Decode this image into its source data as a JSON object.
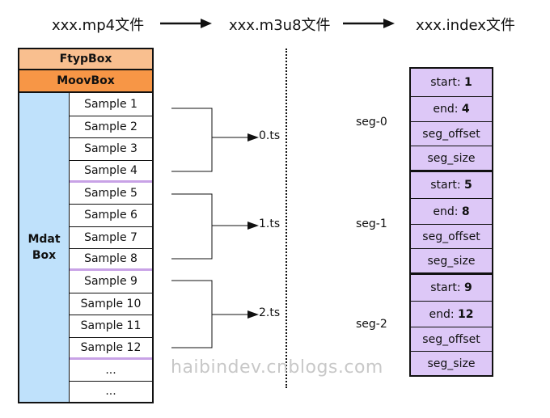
{
  "headers": {
    "mp4": "xxx.mp4文件",
    "m3u8": "xxx.m3u8文件",
    "index": "xxx.index文件"
  },
  "mp4_boxes": {
    "ftyp": "FtypBox",
    "moov": "MoovBox",
    "mdat_line1": "Mdat",
    "mdat_line2": "Box"
  },
  "samples": [
    "Sample 1",
    "Sample 2",
    "Sample 3",
    "Sample 4",
    "Sample 5",
    "Sample 6",
    "Sample 7",
    "Sample 8",
    "Sample 9",
    "Sample 10",
    "Sample 11",
    "Sample 12",
    "...",
    "..."
  ],
  "ts_files": [
    "0.ts",
    "1.ts",
    "2.ts"
  ],
  "segments": [
    {
      "label": "seg-0",
      "start_label": "start: ",
      "start": "1",
      "end_label": "end: ",
      "end": "4",
      "offset": "seg_offset",
      "size": "seg_size"
    },
    {
      "label": "seg-1",
      "start_label": "start: ",
      "start": "5",
      "end_label": "end: ",
      "end": "8",
      "offset": "seg_offset",
      "size": "seg_size"
    },
    {
      "label": "seg-2",
      "start_label": "start: ",
      "start": "9",
      "end_label": "end: ",
      "end": "12",
      "offset": "seg_offset",
      "size": "seg_size"
    }
  ],
  "watermark": "haibindev.cnblogs.com",
  "colors": {
    "ftyp": "#f9bf8f",
    "moov": "#f79646",
    "mdat": "#bfe1fb",
    "index_cell": "#ddc8f7",
    "segment_divider": "#c8a2e6"
  }
}
